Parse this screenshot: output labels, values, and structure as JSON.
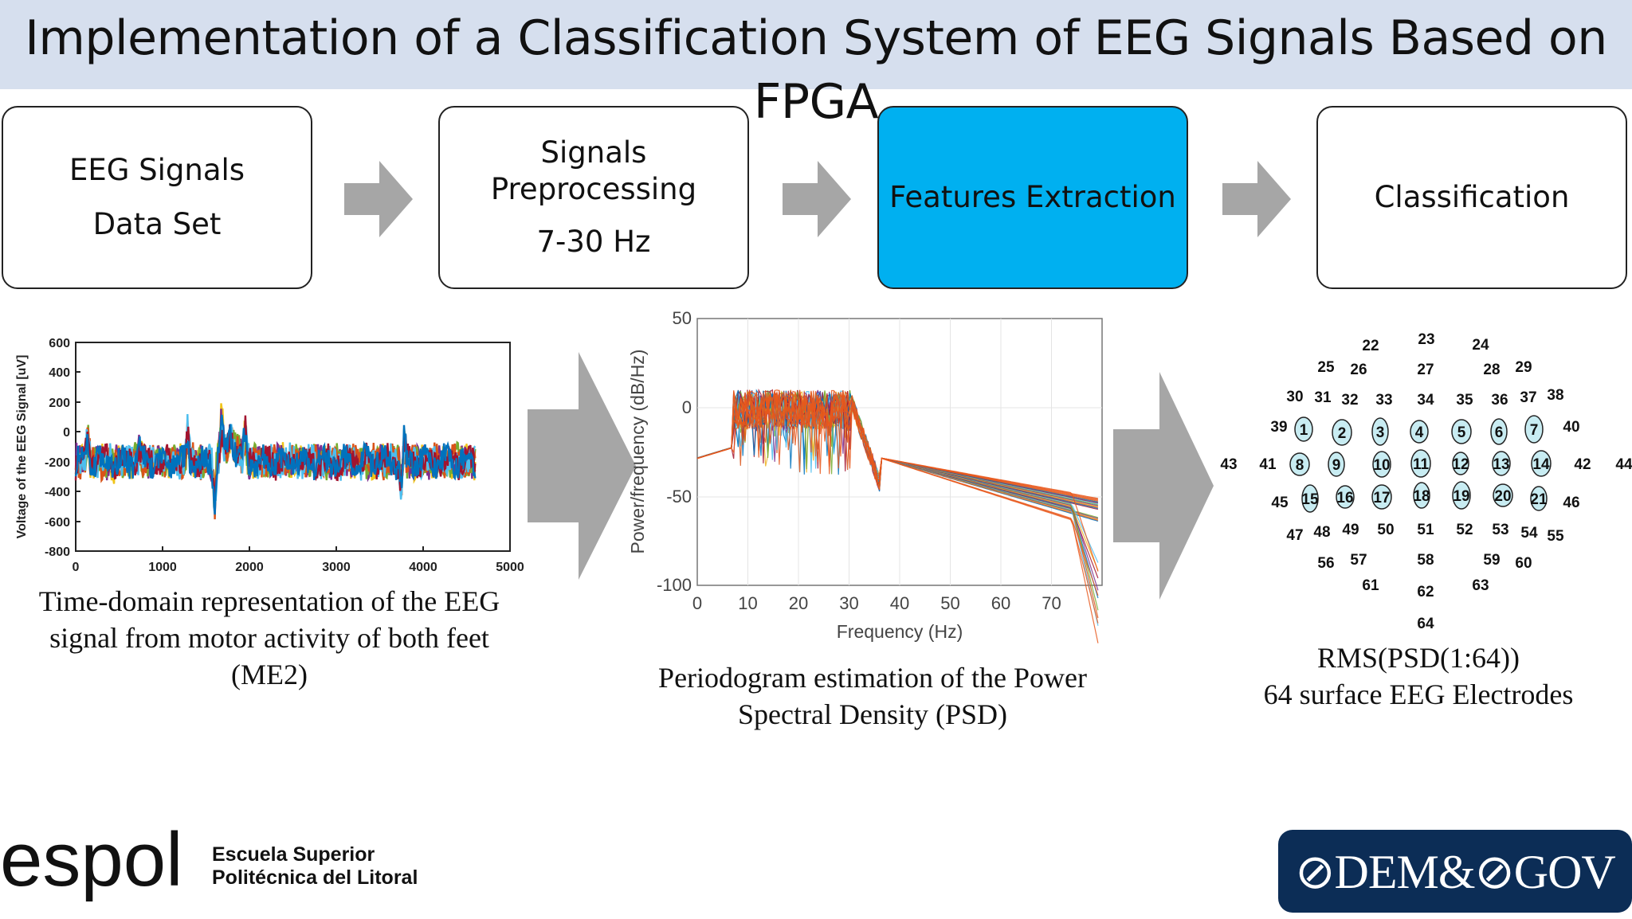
{
  "title": "Implementation of a Classification System of EEG Signals Based on FPGA",
  "pipeline": [
    {
      "lines": [
        "EEG Signals",
        "Data Set"
      ]
    },
    {
      "lines": [
        "Signals",
        "Preprocessing",
        "7-30 Hz"
      ]
    },
    {
      "lines": [
        "Features Extraction"
      ],
      "highlight": true
    },
    {
      "lines": [
        "Classification"
      ]
    }
  ],
  "colors": {
    "title_bar": "#d6dfee",
    "highlight": "#00b0f0",
    "arrow": "#a6a6a6",
    "electrode_fill": "#c8ecf2"
  },
  "time_plot": {
    "ylabel": "Voltage of the EEG Signal [uV]",
    "yticks": [
      "600",
      "400",
      "200",
      "0",
      "-200",
      "-400",
      "-600",
      "-800"
    ],
    "xticks": [
      "0",
      "1000",
      "2000",
      "3000",
      "4000",
      "5000"
    ],
    "caption_lines": [
      "Time-domain representation of the EEG",
      "signal from motor activity of both feet",
      "(ME2)"
    ]
  },
  "psd_plot": {
    "ylabel": "Power/frequency (dB/Hz)",
    "xlabel": "Frequency (Hz)",
    "yticks": [
      "50",
      "0",
      "-50",
      "-100"
    ],
    "xticks": [
      "0",
      "10",
      "20",
      "30",
      "40",
      "50",
      "60",
      "70"
    ],
    "caption_lines": [
      "Periodogram estimation of the Power",
      "Spectral Density (PSD)"
    ]
  },
  "electrodes": {
    "caption_lines": [
      "RMS(PSD(1:64))",
      "64 surface EEG Electrodes"
    ]
  },
  "logos": {
    "espol_word": "espol",
    "espol_line1": "Escuela Superior",
    "espol_line2": "Politécnica del Litoral",
    "dem_text": "⊘DEM&⊘GOV"
  }
}
